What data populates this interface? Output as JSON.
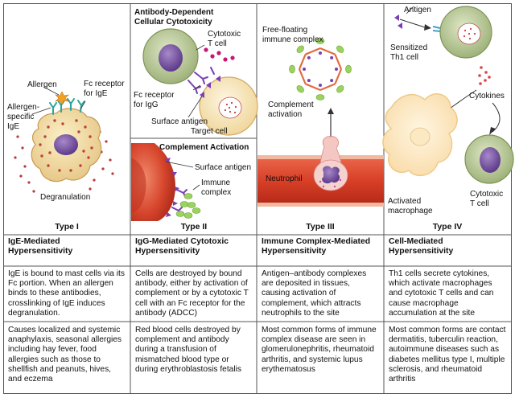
{
  "panels": {
    "type1": {
      "caption": "Type I",
      "labels": {
        "allergen": "Allergen",
        "fc_receptor": "Fc receptor for IgE",
        "allergen_specific": "Allergen-specific IgE",
        "degranulation": "Degranulation"
      }
    },
    "type2": {
      "caption": "Type II",
      "adcc_title": "Antibody-Dependent Cellular Cytotoxicity",
      "complement_title": "Complement Activation",
      "labels": {
        "cytotoxic_t": "Cytotoxic T cell",
        "fc_igg": "Fc receptor for IgG",
        "surface_antigen_top": "Surface antigen",
        "target_cell": "Target cell",
        "surface_antigen_bottom": "Surface antigen",
        "immune_complex": "Immune complex"
      }
    },
    "type3": {
      "caption": "Type III",
      "labels": {
        "free_floating": "Free-floating immune complex",
        "complement_activation": "Complement activation",
        "neutrophil": "Neutrophil"
      }
    },
    "type4": {
      "caption": "Type IV",
      "labels": {
        "antigen": "Antigen",
        "sensitized_th1": "Sensitized Th1 cell",
        "cytokines": "Cytokines",
        "activated_macrophage": "Activated macrophage",
        "cytotoxic_t": "Cytotoxic T cell"
      }
    }
  },
  "table": {
    "headers": [
      "IgE-Mediated Hypersensitivity",
      "IgG-Mediated Cytotoxic Hypersensitivity",
      "Immune Complex-Mediated Hypersensitivity",
      "Cell-Mediated Hypersensitivity"
    ],
    "mechanisms": [
      "IgE is bound to mast cells via its Fc portion. When an allergen binds to these antibodies, crosslinking of IgE induces degranulation.",
      "Cells are destroyed by bound antibody, either by activation of complement or by a cytotoxic T cell with an Fc receptor for the antibody (ADCC)",
      "Antigen–antibody complexes are deposited in tissues, causing activation of complement, which attracts neutrophils to the site",
      "Th1 cells secrete cytokines, which activate macrophages and cytotoxic T cells and can cause macrophage accumulation at the site"
    ],
    "examples": [
      "Causes localized and systemic anaphylaxis, seasonal allergies including hay fever, food allergies such as those to shellfish and peanuts, hives, and eczema",
      "Red blood cells destroyed by complement and antibody during a transfusion of mismatched blood type or during erythroblastosis fetalis",
      "Most common forms of immune complex disease are seen in glomerulonephritis, rheumatoid arthritis, and systemic lupus erythematosus",
      "Most common forms are contact dermatitis, tuberculin reaction, autoimmune diseases such as diabetes mellitus type I, multiple sclerosis, and rheumatoid arthritis"
    ]
  }
}
